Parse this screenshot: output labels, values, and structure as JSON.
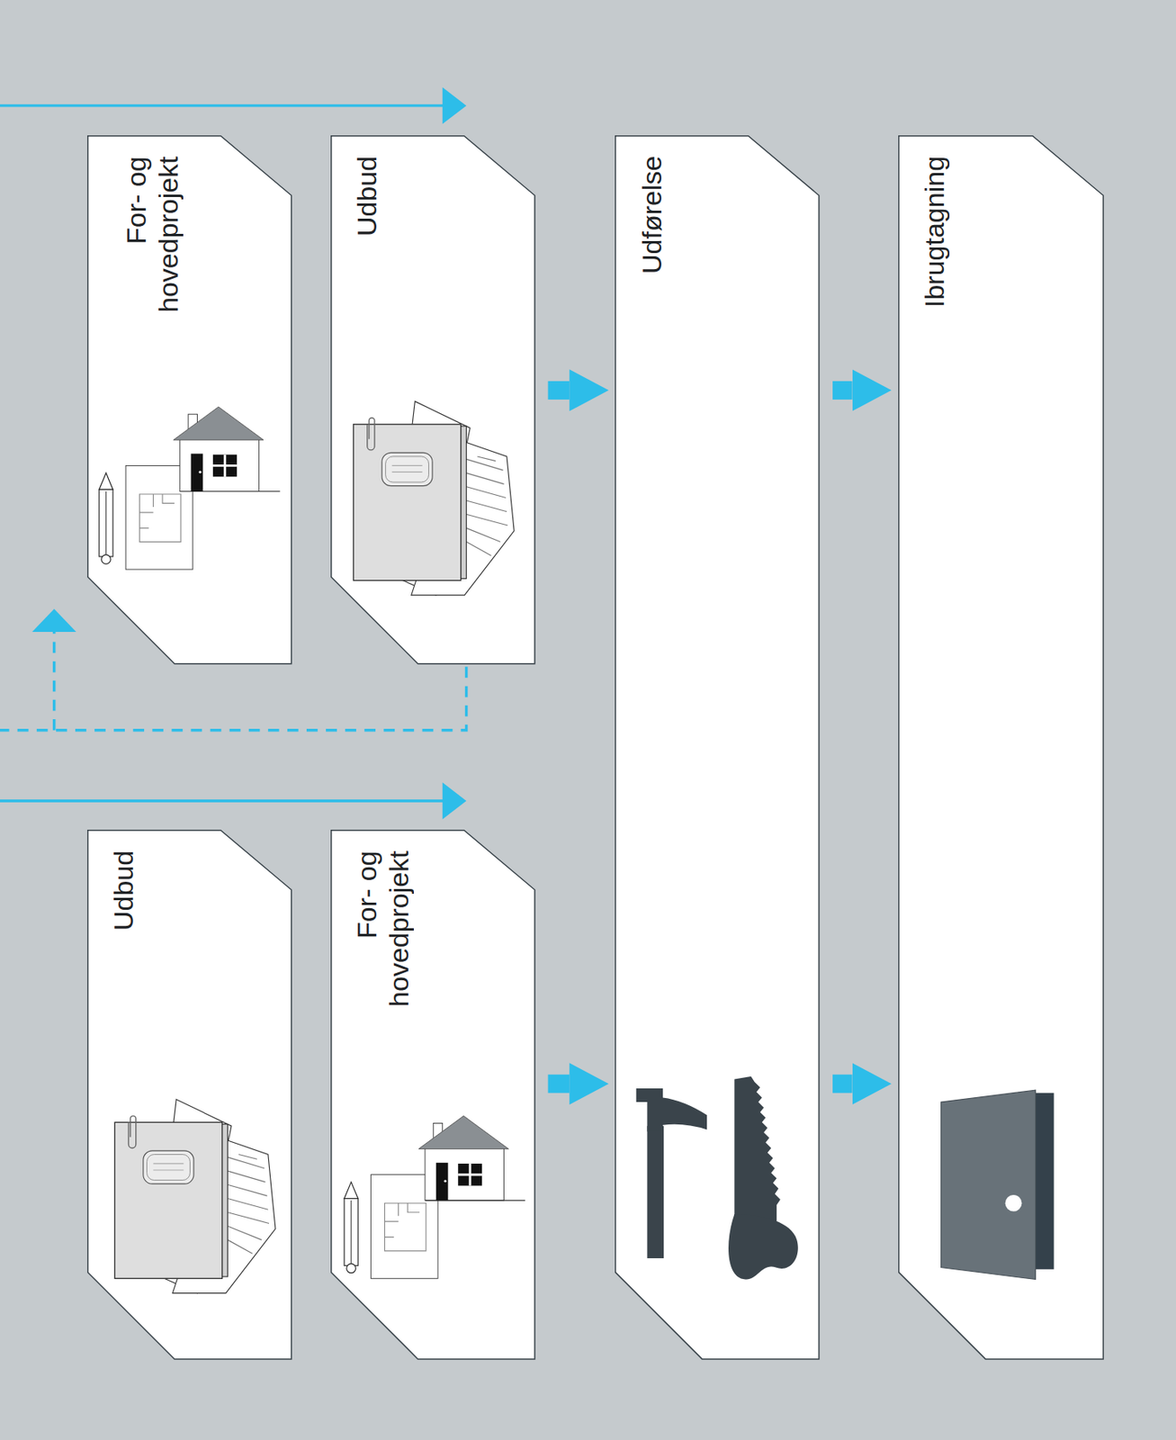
{
  "diagram": {
    "nodes": [
      {
        "text": [
          "For- og hovedprojekt"
        ]
      },
      {
        "text": [
          "Udbud"
        ]
      },
      {
        "text": [
          "Udbud"
        ]
      },
      {
        "text": [
          "For- og hovedprojekt"
        ]
      },
      {
        "text": [
          "Udførelse"
        ]
      },
      {
        "text": [
          "Ibrugtagning"
        ]
      }
    ],
    "edges": [
      {
        "from": 1,
        "to": 4,
        "arrow": "to"
      },
      {
        "from": 3,
        "to": 4,
        "arrow": "to"
      },
      {
        "from": 4,
        "to": 5,
        "arrow": "to"
      },
      {
        "from": 4,
        "to": 5,
        "arrow": "to"
      }
    ]
  }
}
